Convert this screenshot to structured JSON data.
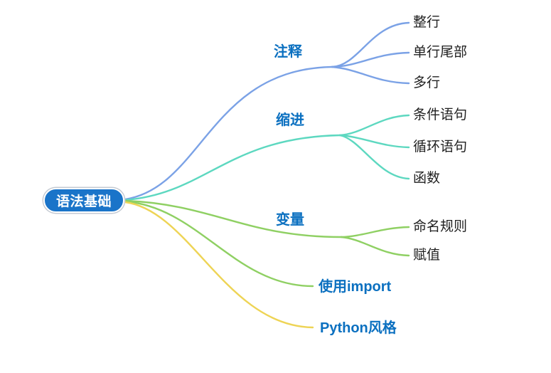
{
  "theme": {
    "background": "#ffffff",
    "root_fill": "#1a74c9",
    "root_border": "#ffffff",
    "root_ring": "#c4cad3",
    "root_text": "#ffffff",
    "branch_label_color": "#0b70c0",
    "leaf_label_color": "#212121"
  },
  "root": {
    "label": "语法基础"
  },
  "branches": [
    {
      "label": "注释",
      "color": "#7ba2e6",
      "children": [
        {
          "label": "整行"
        },
        {
          "label": "单行尾部"
        },
        {
          "label": "多行"
        }
      ]
    },
    {
      "label": "缩进",
      "color": "#5dd8c0",
      "children": [
        {
          "label": "条件语句"
        },
        {
          "label": "循环语句"
        },
        {
          "label": "函数"
        }
      ]
    },
    {
      "label": "变量",
      "color": "#8fd063",
      "children": [
        {
          "label": "命名规则"
        },
        {
          "label": "赋值"
        }
      ]
    },
    {
      "label": "使用import",
      "color": "#8fd063",
      "children": []
    },
    {
      "label": "Python风格",
      "color": "#eed455",
      "children": []
    }
  ]
}
